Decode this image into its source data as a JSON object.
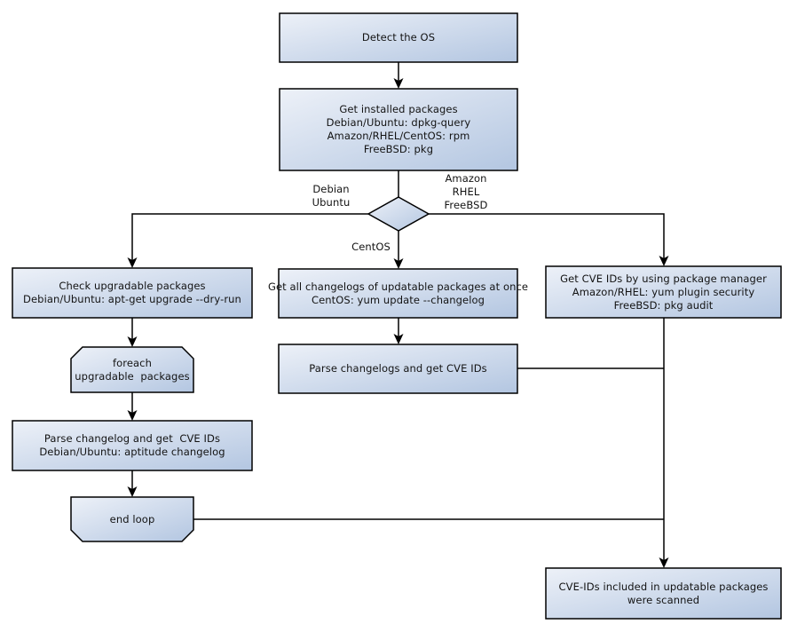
{
  "flowchart": {
    "nodes": {
      "detect_os": "Detect the OS",
      "get_installed_packages": "Get installed packages\nDebian/Ubuntu: dpkg-query\nAmazon/RHEL/CentOS: rpm\nFreeBSD: pkg",
      "check_upgradable_packages": "Check upgradable packages\nDebian/Ubuntu: apt-get upgrade --dry-run",
      "foreach_loop_start": "foreach\nupgradable  packages",
      "parse_changelog_debian": "Parse changelog and get  CVE IDs\nDebian/Ubuntu: aptitude changelog",
      "end_loop": "end loop",
      "get_all_changelogs": "Get all changelogs of updatable packages at once\nCentOS: yum update --changelog",
      "parse_changelogs_centos": "Parse changelogs and get CVE IDs",
      "get_cve_ids_package_manager": "Get CVE IDs by using package manager\nAmazon/RHEL: yum plugin security\nFreeBSD: pkg audit",
      "result_scanned": "CVE-IDs included in updatable packages\nwere scanned"
    },
    "branch_labels": {
      "left": "Debian\nUbuntu",
      "right": "Amazon\nRHEL\nFreeBSD",
      "down": "CentOS"
    },
    "colors": {
      "node_fill_light": "#edf1f8",
      "node_fill_dark": "#b3c6e1",
      "stroke": "#000000"
    }
  }
}
